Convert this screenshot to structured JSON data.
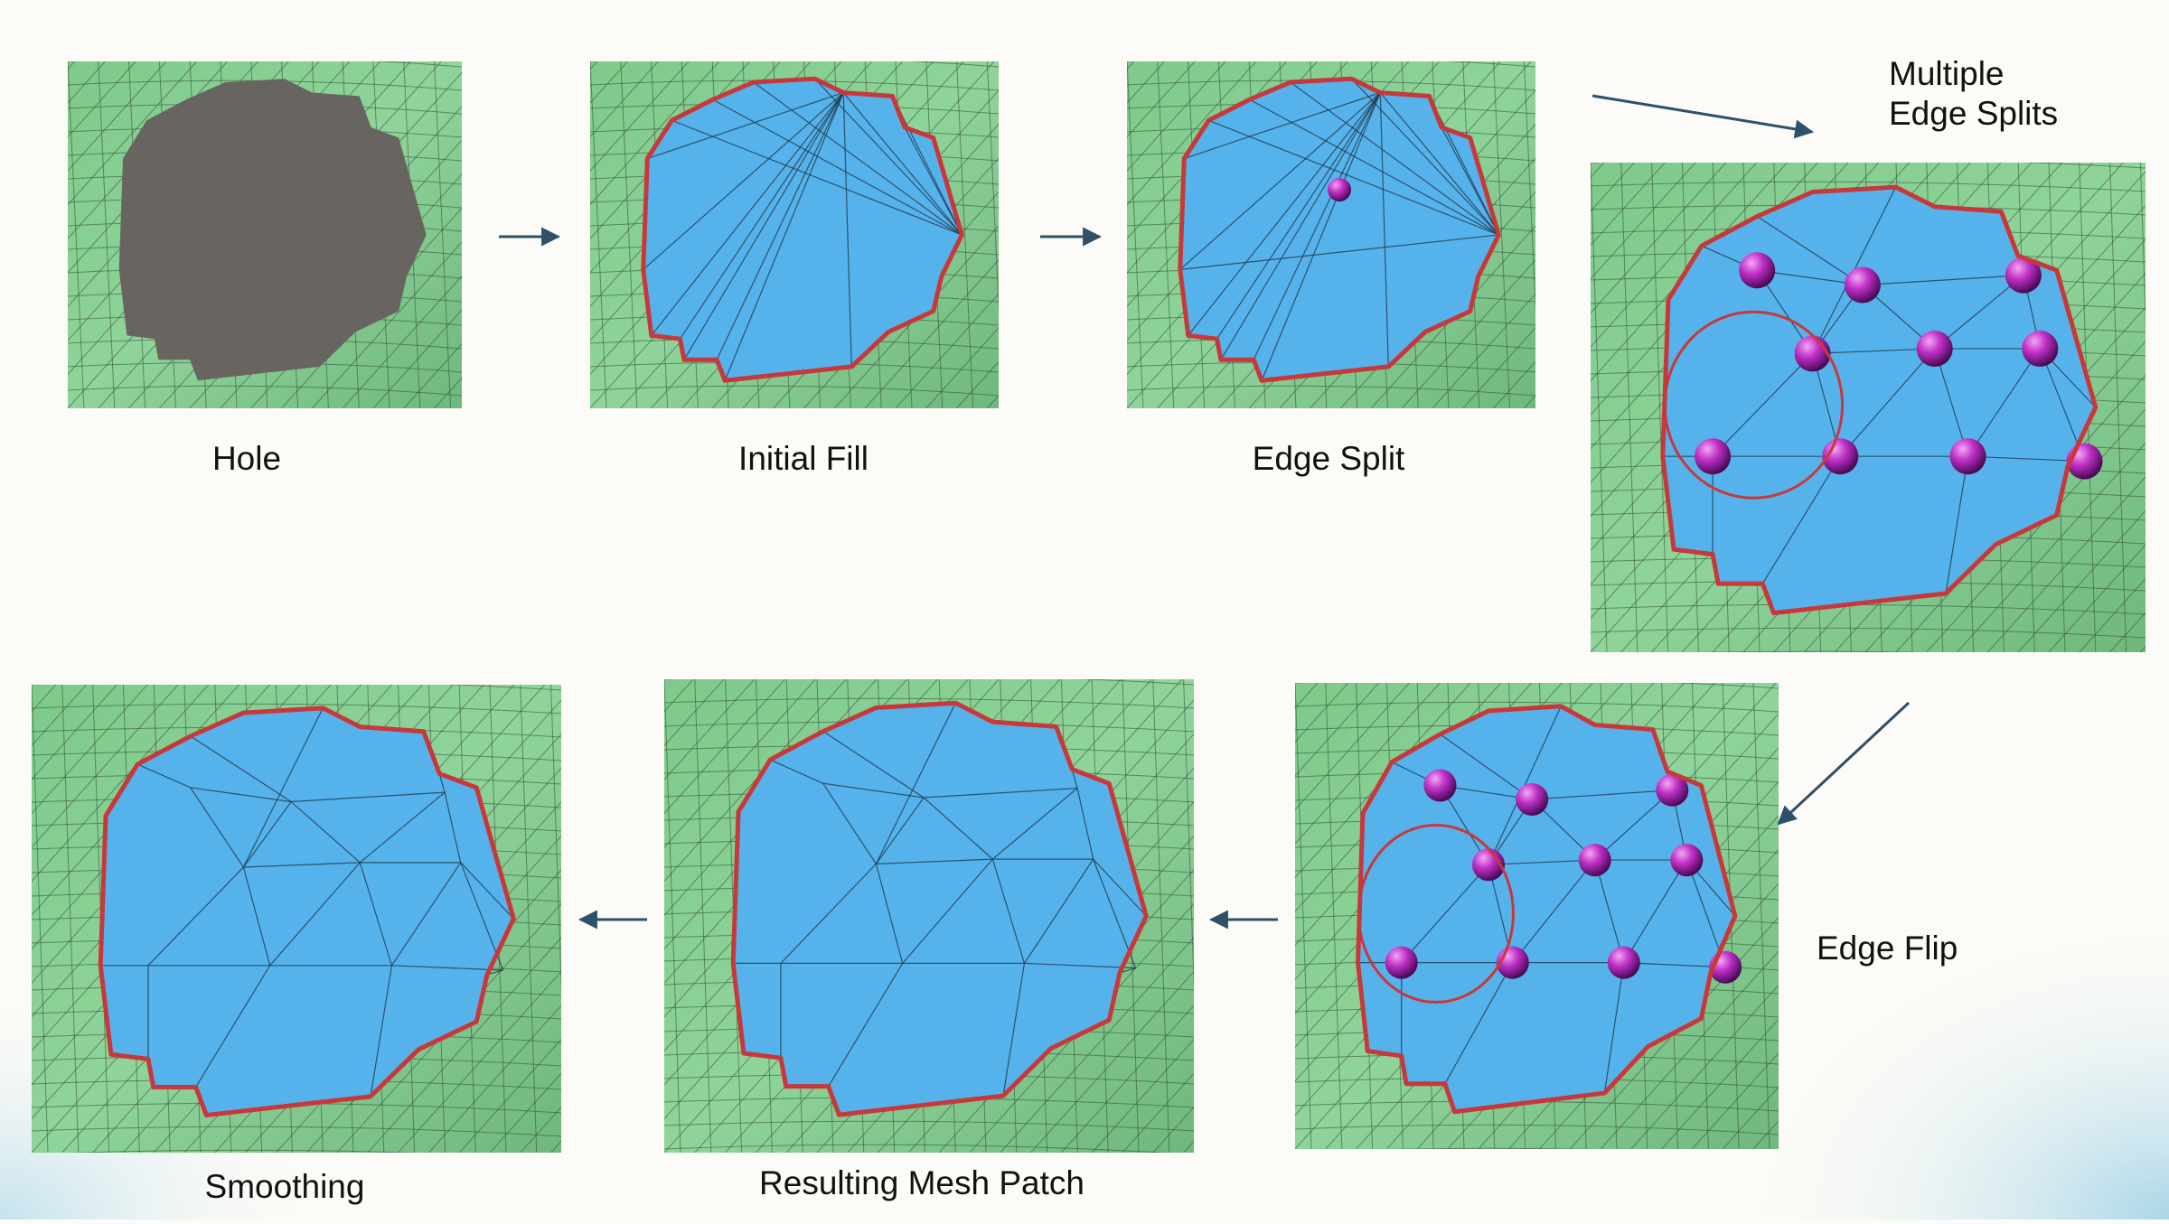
{
  "labels": {
    "hole": "Hole",
    "initial_fill": "Initial Fill",
    "edge_split": "Edge Split",
    "multiple_edge_splits_line1": "Multiple",
    "multiple_edge_splits_line2": "Edge Splits",
    "edge_flip": "Edge Flip",
    "resulting_mesh_patch": "Resulting Mesh Patch",
    "smoothing": "Smoothing"
  },
  "colors": {
    "background": "#fcfbf7",
    "mesh_green": "#8fd49a",
    "mesh_line": "#2f4a34",
    "patch_blue": "#56b2eb",
    "boundary_red": "#c8383a",
    "hole_gray": "#686460",
    "vertex_magenta": "#c030c8",
    "arrow": "#2e5068"
  }
}
